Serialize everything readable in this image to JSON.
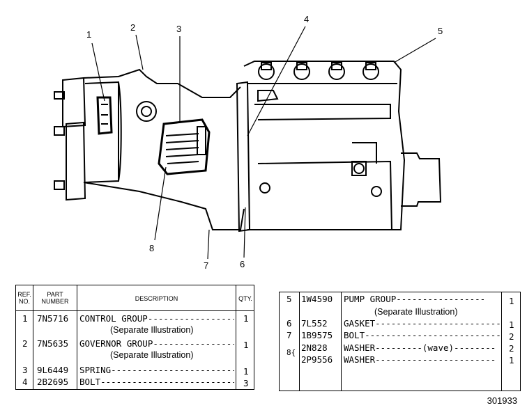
{
  "callouts": [
    "1",
    "2",
    "3",
    "4",
    "5",
    "6",
    "7",
    "8"
  ],
  "left_table": {
    "headers": {
      "ref": [
        "REF.",
        "NO."
      ],
      "part": [
        "PART",
        "NUMBER"
      ],
      "desc": "DESCRIPTION",
      "qty": "QTY."
    },
    "rows": [
      {
        "ref": "1",
        "part": "7N5716",
        "desc": "CONTROL GROUP-------------------",
        "qty": "1",
        "sub": "(Separate Illustration)"
      },
      {
        "ref": "2",
        "part": "7N5635",
        "desc": "GOVERNOR GROUP------------------",
        "qty": "1",
        "sub": "(Separate Illustration)"
      },
      {
        "ref": "3",
        "part": "9L6449",
        "desc": "SPRING-----------------------------",
        "qty": "1"
      },
      {
        "ref": "4",
        "part": "2B2695",
        "desc": "BOLT------------------------------",
        "qty": "3"
      }
    ]
  },
  "right_table": {
    "rows": [
      {
        "ref": "5",
        "part": "1W4590",
        "desc": "PUMP GROUP-----------------",
        "qty": "1",
        "sub": "(Separate Illustration)"
      },
      {
        "ref": "6",
        "part": "7L552",
        "desc": "GASKET------------------------",
        "qty": "1"
      },
      {
        "ref": "7",
        "part": "1B9575",
        "desc": "BOLT--------------------------",
        "qty": "2"
      },
      {
        "ref": "8",
        "part": "2N828",
        "desc": "WASHER---------(wave)--------",
        "qty": "2"
      },
      {
        "ref": "",
        "part": "2P9556",
        "desc": "WASHER-----------------------",
        "qty": "1"
      }
    ],
    "bracket": "8{"
  },
  "figure_number": "301933"
}
